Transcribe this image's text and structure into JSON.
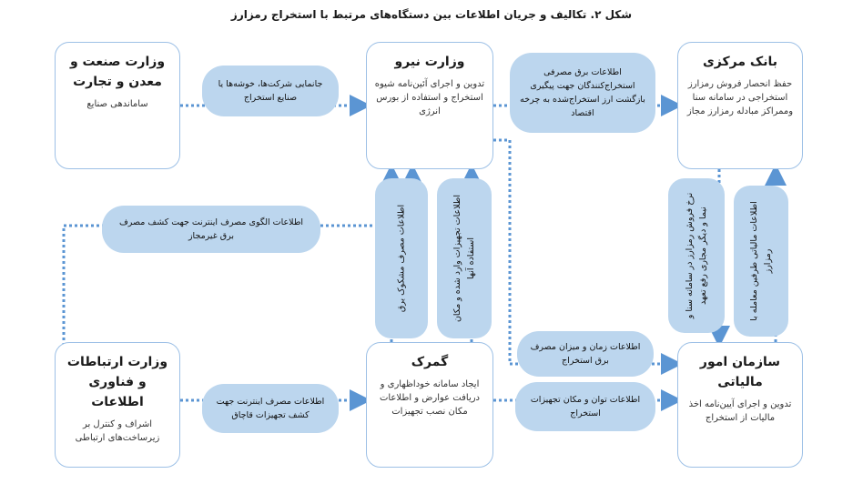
{
  "title": "شکل ۲. تکالیف و جریان اطلاعات بین دستگاه‌های مرتبط با استخراج رمزارز",
  "colors": {
    "line": "#5b95d3",
    "pill": "#bcd6ee",
    "border": "#9dc0e6"
  },
  "boxes": {
    "industry": {
      "title": "وزارت صنعت و معدن و تجارت",
      "desc": "ساماندهی صنایع"
    },
    "energy": {
      "title": "وزارت نیرو",
      "desc": "تدوین و اجرای آئین‌نامه شیوه استخراج و استفاده از بورس انرژی"
    },
    "central_bank": {
      "title": "بانک مرکزی",
      "desc": "حفظ انحصار فروش رمزارز استخراجی در سامانه سنا وممراکز مبادله رمزارز مجاز"
    },
    "ict": {
      "title": "وزارت ارتباطات و فناوری اطلاعات",
      "desc": "اشراف و کنترل بر زیرساخت‌های ارتباطی"
    },
    "customs": {
      "title": "گمرک",
      "desc": "ایجاد سامانه خوداظهاری و دریافت عوارض و اطلاعات مکان نصب تجهیزات"
    },
    "tax": {
      "title": "سازمان امور مالیاتی",
      "desc": "تدوین و اجرای آیین‌نامه اخذ مالیات از استخراج"
    }
  },
  "flows": {
    "industry_energy": "جانمایی شرکت‌ها، خوشه‌ها یا صنایع استخراج",
    "energy_bank": "اطلاعات برق مصرفی استخراج‌کنندگان جهت پیگیری بازگشت ارز استخراج‌شده به چرخه اقتصاد",
    "ict_energy": "اطلاعات الگوی مصرف اینترنت جهت کشف مصرف برق غیرمجاز",
    "ict_customs": "اطلاعات مصرف اینترنت جهت کشف تجهیزات قاچاق",
    "customs_energy_a": "اطلاعات مصرف مشکوک برق",
    "customs_energy_b": "اطلاعات تجهیزات وارد شده و مکان استفاده آنها",
    "energy_tax": "اطلاعات زمان و میزان مصرف برق استخراج",
    "customs_tax": "اطلاعات توان و مکان تجهیزات استخراج",
    "tax_bank_a": "نرخ فروش رمزارز در سامانه سنا و نیما و دیگر مجاری رفع تعهد",
    "tax_bank_b": "اطلاعات مالیاتی طرفین معامله با رمزارز"
  }
}
